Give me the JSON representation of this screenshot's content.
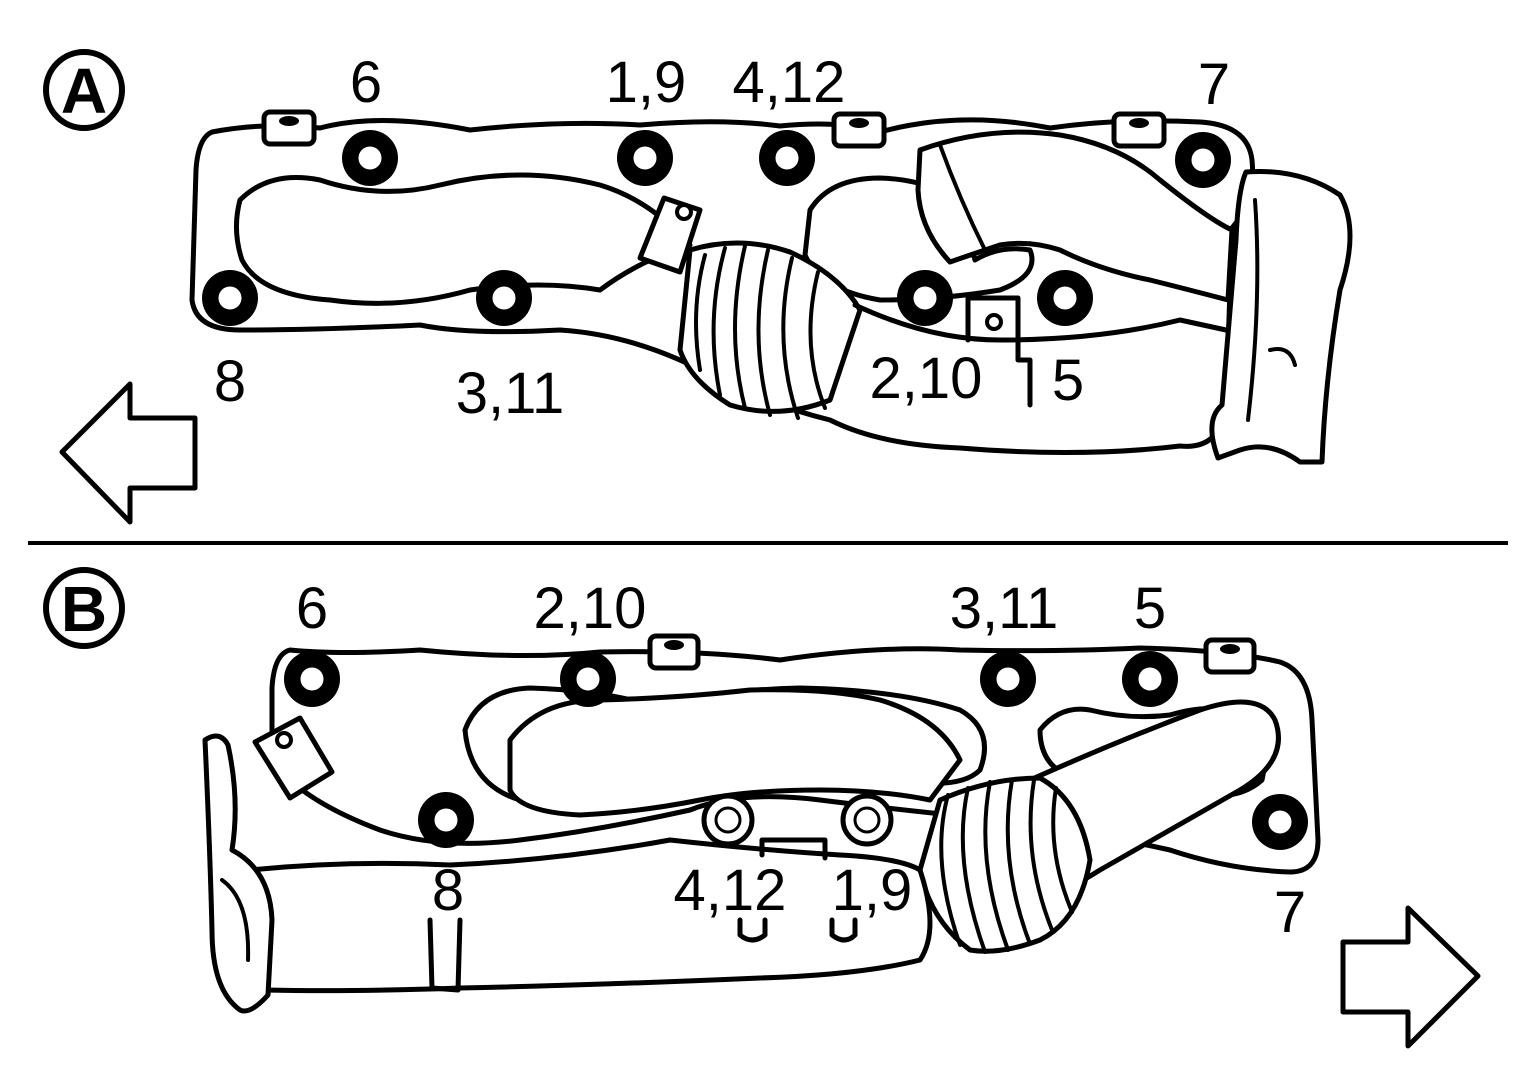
{
  "panels": [
    {
      "letter": "A",
      "bolt_labels": [
        "6",
        "1,9",
        "4,12",
        "7",
        "8",
        "3,11",
        "2,10",
        "5"
      ]
    },
    {
      "letter": "B",
      "bolt_labels": [
        "6",
        "2,10",
        "3,11",
        "5",
        "8",
        "4,12",
        "1,9",
        "7"
      ]
    }
  ],
  "arrow_directions": [
    "left",
    "right"
  ],
  "colors": {
    "ink": "#000000",
    "paper": "#ffffff"
  }
}
